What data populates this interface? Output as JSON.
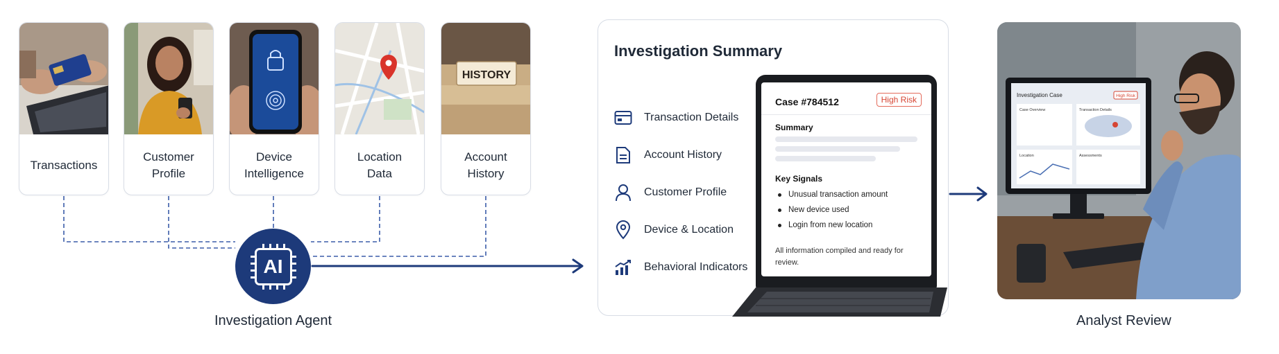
{
  "sources": [
    {
      "label_lines": [
        "Transactions"
      ],
      "icon": "card-payment-photo"
    },
    {
      "label_lines": [
        "Customer",
        "Profile"
      ],
      "icon": "customer-photo"
    },
    {
      "label_lines": [
        "Device",
        "Intelligence"
      ],
      "icon": "phone-fingerprint-photo"
    },
    {
      "label_lines": [
        "Location",
        "Data"
      ],
      "icon": "map-pin-photo"
    },
    {
      "label_lines": [
        "Account",
        "History"
      ],
      "icon": "history-folder-photo",
      "photo_text": "HISTORY"
    }
  ],
  "agent": {
    "chip_text": "AI",
    "caption": "Investigation Agent"
  },
  "summary": {
    "title": "Investigation Summary",
    "items": [
      {
        "label": "Transaction Details",
        "icon": "credit-card-icon"
      },
      {
        "label": "Account History",
        "icon": "document-icon"
      },
      {
        "label": "Customer Profile",
        "icon": "user-icon"
      },
      {
        "label": "Device & Location",
        "icon": "location-pin-icon"
      },
      {
        "label": "Behavioral Indicators",
        "icon": "bar-chart-icon"
      }
    ]
  },
  "case_screen": {
    "case_title": "Case #784512",
    "risk_badge": "High Risk",
    "summary_heading": "Summary",
    "signals_heading": "Key Signals",
    "signals": [
      "Unusual transaction amount",
      "New device used",
      "Login from new location"
    ],
    "note": "All information compiled and ready for review."
  },
  "analyst": {
    "caption": "Analyst Review",
    "monitor_title": "Investigation Case",
    "monitor_badge": "High Risk",
    "panel_labels": [
      "Case Overview",
      "Transaction Details",
      "Location",
      "Assessments"
    ]
  },
  "colors": {
    "navy": "#1d3a7a",
    "connector": "#3a5ba8",
    "risk": "#d64533"
  }
}
